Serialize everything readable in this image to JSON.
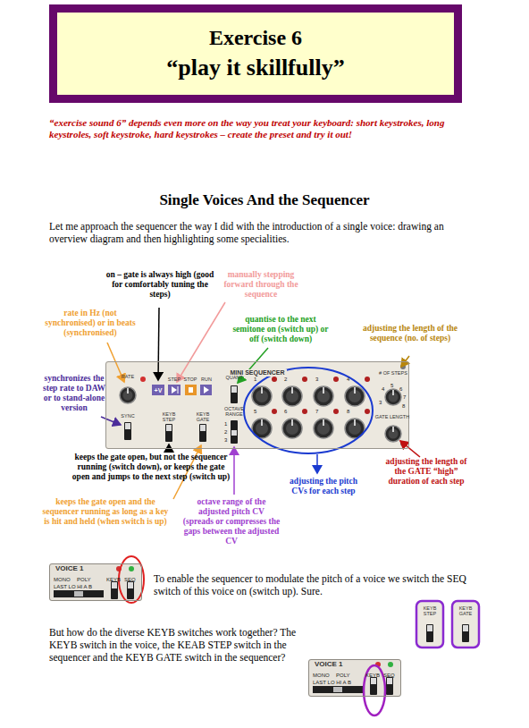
{
  "diagram": {
    "nodes": [
      {
        "text": [
          "Exercise 6",
          "“play it skillfully”"
        ]
      },
      {
        "text": [
          "MINI SEQUENCER"
        ]
      },
      {
        "text": [
          "VOICE 1"
        ]
      },
      {
        "text": [
          "VOICE 1"
        ]
      }
    ],
    "labels": [
      "“exercise sound 6” depends even more on the way you treat your keyboard: short keystrokes, long keystroles, soft keystroke, hard keystrokes – create the preset and try it out!",
      "Single Voices And the Sequencer",
      "Let me approach the sequencer the way I did with the introduction of a single voice: drawing an overview diagram and then highlighting some specialities.",
      "on – gate is always high (good for comfortably tuning the steps)",
      "manually stepping forward through the sequence",
      "rate in Hz (not synchronised) or in beats (synchronised)",
      "quantise to the next semitone on (switch up) or off (switch down)",
      "adjusting the length of the sequence (no. of steps)",
      "synchronizes the step rate to DAW or to stand-alone version",
      "RATE",
      "SYNC",
      "+V",
      "STEP",
      "STOP",
      "RUN",
      "KEYB STEP",
      "KEYB GATE",
      "QUANT",
      "OCTAVE RANGE",
      "1",
      "2",
      "3",
      "1",
      "2",
      "3",
      "4",
      "5",
      "6",
      "7",
      "8",
      "# OF STEPS",
      "3",
      "4",
      "5",
      "6",
      "7",
      "8",
      "GATE LENGTH",
      "keeps the gate open, but not the sequencer running (switch down), or keeps the gate open and jumps to the next step (switch up)",
      "keeps the gate open and the sequencer running as long as a key is hit and held (when switch is up)",
      "octave range of the adjusted pitch CV (spreads or compresses the gaps between the adjusted CV",
      "adjusting the pitch CVs for each step",
      "adjusting the length of the GATE “high” duration of each step",
      "MONO",
      "POLY",
      "KEYB",
      "SEQ",
      "LAST LO HI A B",
      "To enable the sequencer to modulate the pitch of a voice we switch the SEQ switch of this voice on (switch up). Sure.",
      "But how do the diverse KEYB switches work together? The KEYB switch in the voice, the KEAB STEP switch in the sequencer and the KEYB GATE switch in the sequencer?",
      "KEYB STEP",
      "KEYB GATE",
      "MONO",
      "POLY",
      "KEYB",
      "SEQ",
      "LAST LO HI A B"
    ]
  }
}
